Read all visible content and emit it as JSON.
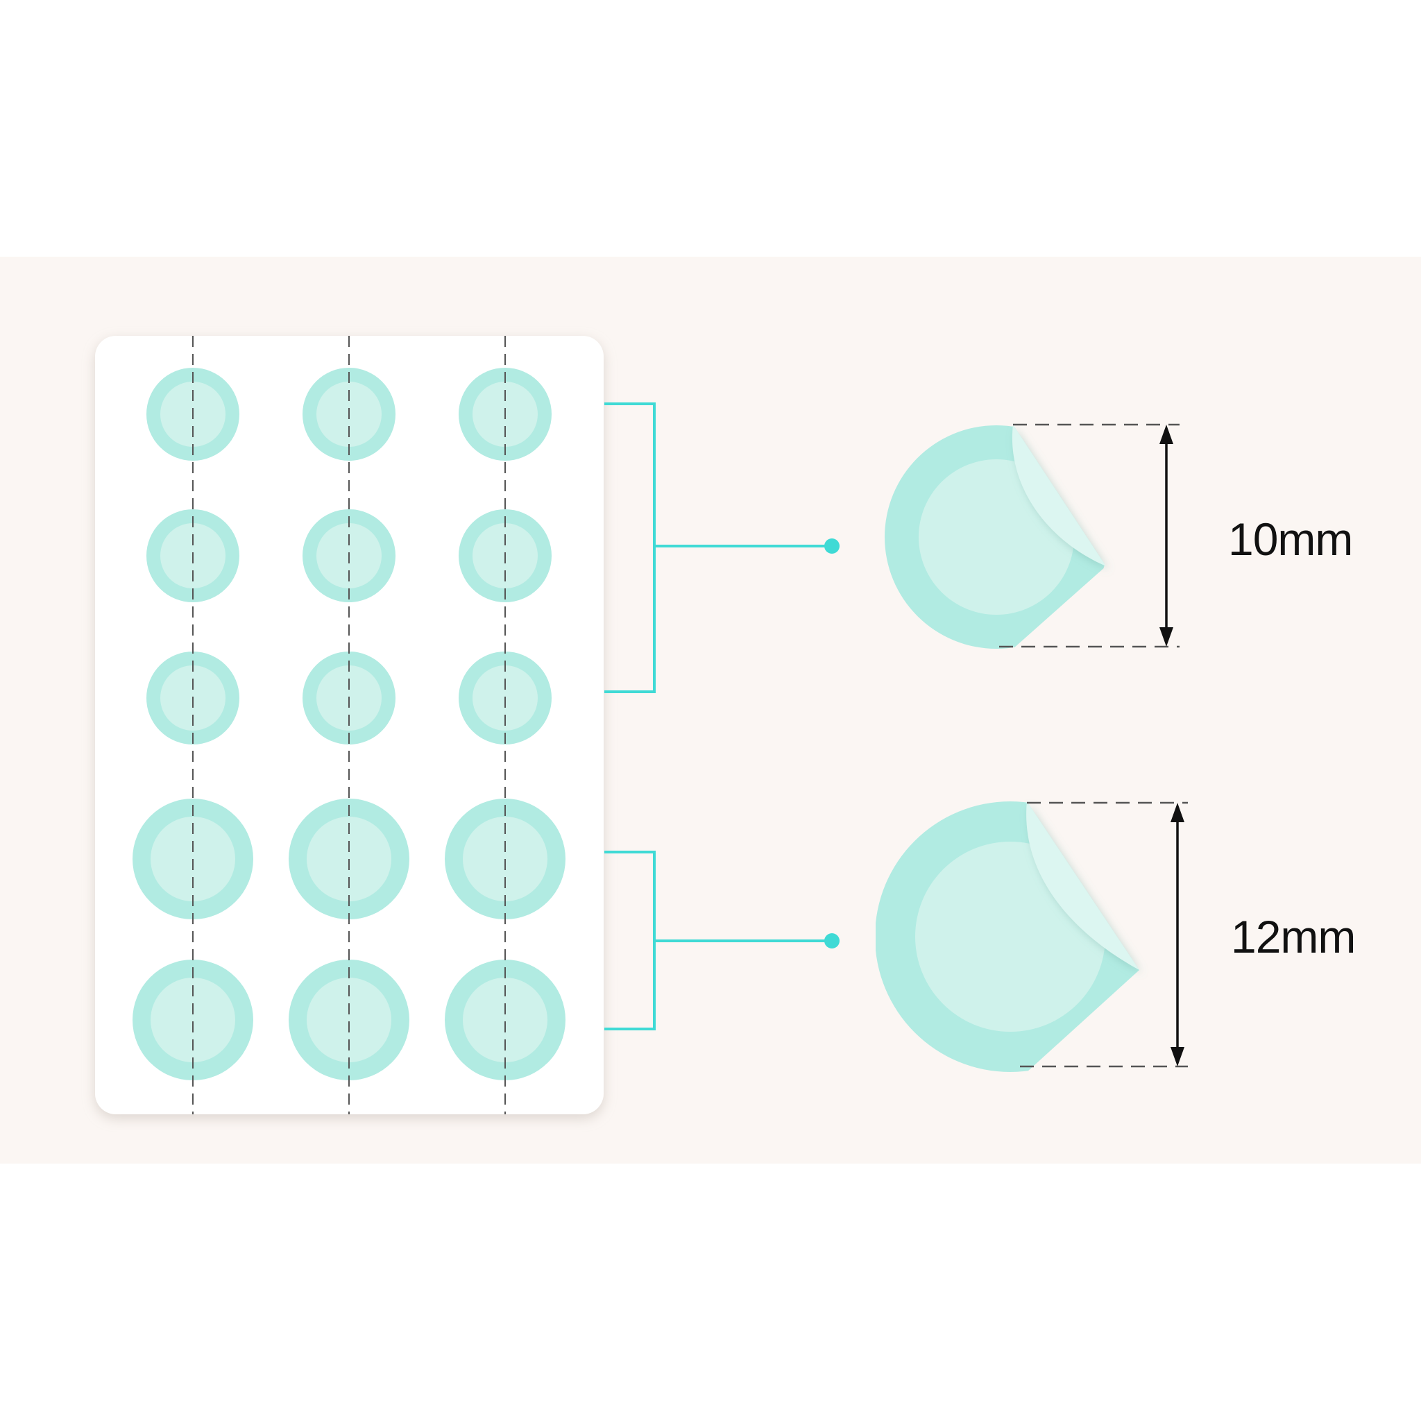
{
  "colors": {
    "page_background": "#ffffff",
    "panel_background": "#fbf6f3",
    "sheet_background": "#ffffff",
    "patch_outer": "#b1ebe2",
    "patch_inner": "#cff2eb",
    "patch_peel": "#dcf6f1",
    "connector": "#3fdad5",
    "perforation": "#555555",
    "dimension_guide": "#555555",
    "dimension_arrow": "#111111"
  },
  "patch_sheet": {
    "column_count": 3,
    "row_sizes": [
      "10mm",
      "10mm",
      "10mm",
      "12mm",
      "12mm"
    ]
  },
  "sizes": [
    {
      "label": "10mm",
      "rows": 3
    },
    {
      "label": "12mm",
      "rows": 2
    }
  ]
}
